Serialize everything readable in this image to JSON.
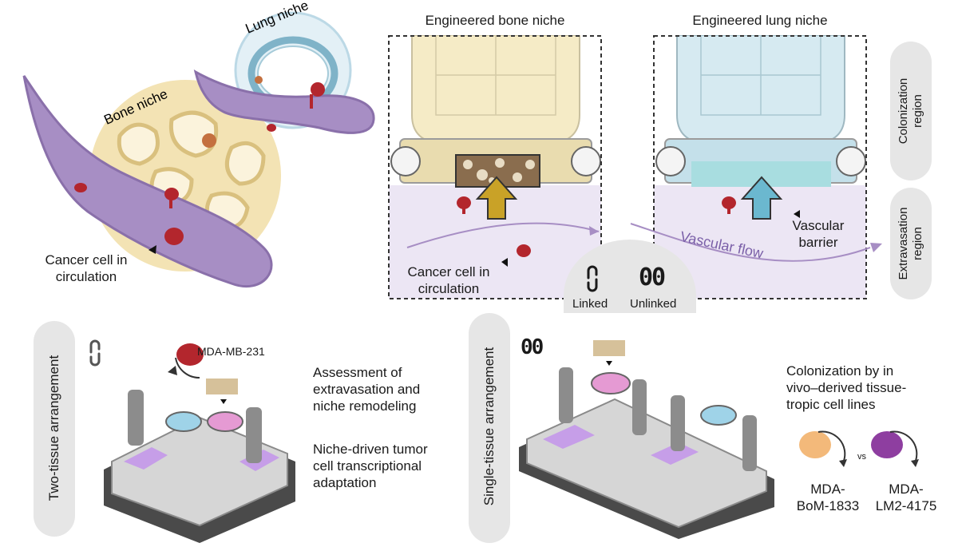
{
  "top_left": {
    "lung_niche": "Lung niche",
    "bone_niche": "Bone niche",
    "cancer_cell_line1": "Cancer cell in",
    "cancer_cell_line2": "circulation"
  },
  "panels": {
    "bone_title": "Engineered bone niche",
    "lung_title": "Engineered lung niche",
    "cancer_cell_line1": "Cancer cell in",
    "cancer_cell_line2": "circulation",
    "vascular_barrier_line1": "Vascular",
    "vascular_barrier_line2": "barrier",
    "vascular_flow": "Vascular flow"
  },
  "regions": {
    "colonization_line1": "Colonization",
    "colonization_line2": "region",
    "extravasation_line1": "Extravasation",
    "extravasation_line2": "region"
  },
  "legend": {
    "linked": "Linked",
    "unlinked": "Unlinked",
    "unlinked_symbol": "00"
  },
  "two_tissue": {
    "label": "Two-tissue arrangement",
    "cell_line": "MDA-MB-231",
    "text1_line1": "Assessment of",
    "text1_line2": "extravasation and",
    "text1_line3": "niche remodeling",
    "text2_line1": "Niche-driven tumor",
    "text2_line2": "cell transcriptional",
    "text2_line3": "adaptation"
  },
  "single_tissue": {
    "label": "Single-tissue arrangement",
    "symbol": "00",
    "text_line1": "Colonization by in",
    "text_line2": "vivo–derived tissue-",
    "text_line3": "tropic cell lines",
    "cell_a_line1": "MDA-",
    "cell_a_line2": "BoM-1833",
    "vs": "vs",
    "cell_b_line1": "MDA-",
    "cell_b_line2": "LM2-4175"
  },
  "colors": {
    "vessel": "#a78ec4",
    "bone": "#f3e3b4",
    "lung": "#cfe6ee",
    "tumor": "#b3262d",
    "bone_arrow": "#c9a227",
    "lung_arrow": "#6bb8cf",
    "pill": "#e6e6e6"
  }
}
